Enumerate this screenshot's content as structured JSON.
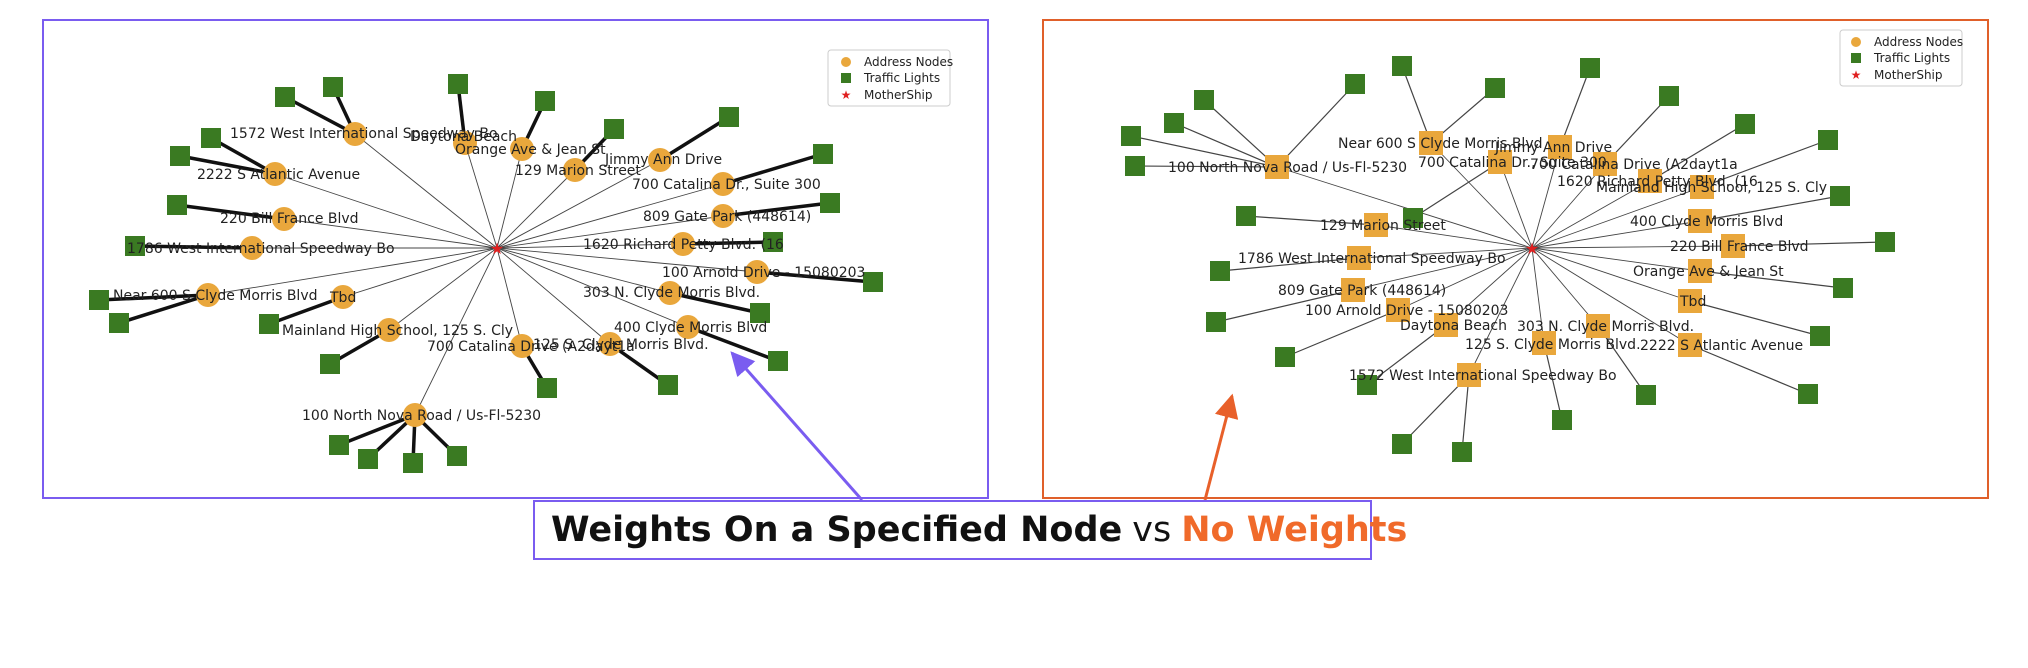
{
  "colors": {
    "address_node": "#e9a73c",
    "traffic_light": "#3a7a22",
    "mothership": "#e02020",
    "left_frame": "#7a5cf0",
    "right_frame": "#e0602a",
    "left_arrow": "#7a5cf0",
    "right_arrow": "#e8602a",
    "caption_orange": "#f06a2a"
  },
  "caption": {
    "weights_text": "Weights On a Specified Node",
    "vs_text": "vs",
    "no_weights_text": "No Weights"
  },
  "left_panel": {
    "legend": {
      "address": "Address Nodes",
      "traffic": "Traffic Lights",
      "mothership": "MotherShip"
    },
    "nodes": [
      {
        "label": "1572 West International Speedway Bo",
        "lights": 2
      },
      {
        "label": "Daytona Beach",
        "lights": 1
      },
      {
        "label": "Orange Ave & Jean St",
        "lights": 1
      },
      {
        "label": "129 Marion Street",
        "lights": 1
      },
      {
        "label": "Jimmy Ann Drive",
        "lights": 1
      },
      {
        "label": "2222 S Atlantic Avenue",
        "lights": 2
      },
      {
        "label": "700 Catalina Dr., Suite 300",
        "lights": 1
      },
      {
        "label": "220 Bill France Blvd",
        "lights": 1
      },
      {
        "label": "809 Gate Park (448614)",
        "lights": 1
      },
      {
        "label": "1786 West International Speedway Bo",
        "lights": 1
      },
      {
        "label": "1620 Richard Petty Blvd. (16",
        "lights": 1
      },
      {
        "label": "100 Arnold Drive - 15080203",
        "lights": 1
      },
      {
        "label": "Near 600 S Clyde Morris Blvd",
        "lights": 2
      },
      {
        "label": "Tbd",
        "lights": 1
      },
      {
        "label": "303 N. Clyde Morris Blvd.",
        "lights": 1
      },
      {
        "label": "Mainland High School, 125 S. Cly",
        "lights": 1
      },
      {
        "label": "400 Clyde Morris Blvd",
        "lights": 1
      },
      {
        "label": "700 Catalina Drive (A2dayt1a",
        "lights": 1
      },
      {
        "label": "125 S. Clyde Morris Blvd.",
        "lights": 1
      },
      {
        "label": "100 North Nova Road / Us-Fl-5230",
        "lights": 4
      }
    ]
  },
  "right_panel": {
    "legend": {
      "address": "Address Nodes",
      "traffic": "Traffic Lights",
      "mothership": "MotherShip"
    },
    "nodes": [
      {
        "label": "100 North Nova Road / Us-Fl-5230",
        "lights": 5
      },
      {
        "label": "Near 600 S Clyde Morris Blvd",
        "lights": 2
      },
      {
        "label": "Jimmy Ann Drive",
        "lights": 1
      },
      {
        "label": "700 Catalina Dr., Suite 300",
        "lights": 1
      },
      {
        "label": "700 Catalina Drive (A2dayt1a",
        "lights": 1
      },
      {
        "label": "1620 Richard Petty Blvd. (16",
        "lights": 1
      },
      {
        "label": "Mainland High School, 125 S. Cly",
        "lights": 1
      },
      {
        "label": "129 Marion Street",
        "lights": 1
      },
      {
        "label": "400 Clyde Morris Blvd",
        "lights": 1
      },
      {
        "label": "220 Bill France Blvd",
        "lights": 1
      },
      {
        "label": "1786 West International Speedway Bo",
        "lights": 1
      },
      {
        "label": "Orange Ave & Jean St",
        "lights": 1
      },
      {
        "label": "809 Gate Park (448614)",
        "lights": 1
      },
      {
        "label": "Tbd",
        "lights": 1
      },
      {
        "label": "100 Arnold Drive - 15080203",
        "lights": 1
      },
      {
        "label": "Daytona Beach",
        "lights": 1
      },
      {
        "label": "303 N. Clyde Morris Blvd.",
        "lights": 1
      },
      {
        "label": "125 S. Clyde Morris Blvd.",
        "lights": 1
      },
      {
        "label": "2222 S Atlantic Avenue",
        "lights": 1
      },
      {
        "label": "1572 West International Speedway Bo",
        "lights": 2
      }
    ]
  }
}
